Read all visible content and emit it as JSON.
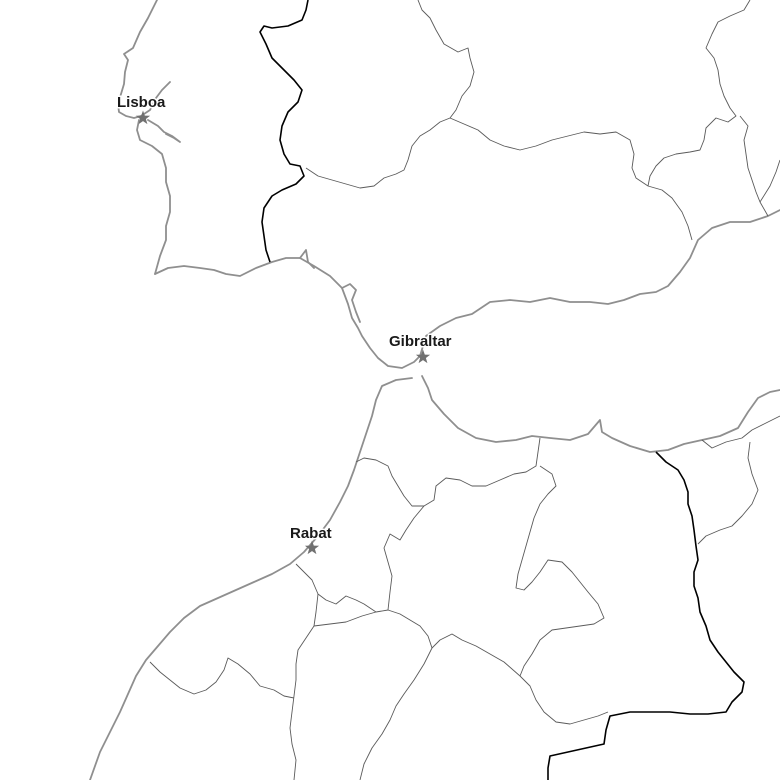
{
  "map": {
    "colors": {
      "background": "#ffffff",
      "coastline": "#8f8f8f",
      "admin_boundary": "#5a5a5a",
      "country_border": "#000000",
      "city_marker": "#707070"
    },
    "cities": [
      {
        "id": "lisboa",
        "name": "Lisboa",
        "marker": "star-icon"
      },
      {
        "id": "gibraltar",
        "name": "Gibraltar",
        "marker": "star-icon"
      },
      {
        "id": "rabat",
        "name": "Rabat",
        "marker": "star-icon"
      }
    ]
  }
}
